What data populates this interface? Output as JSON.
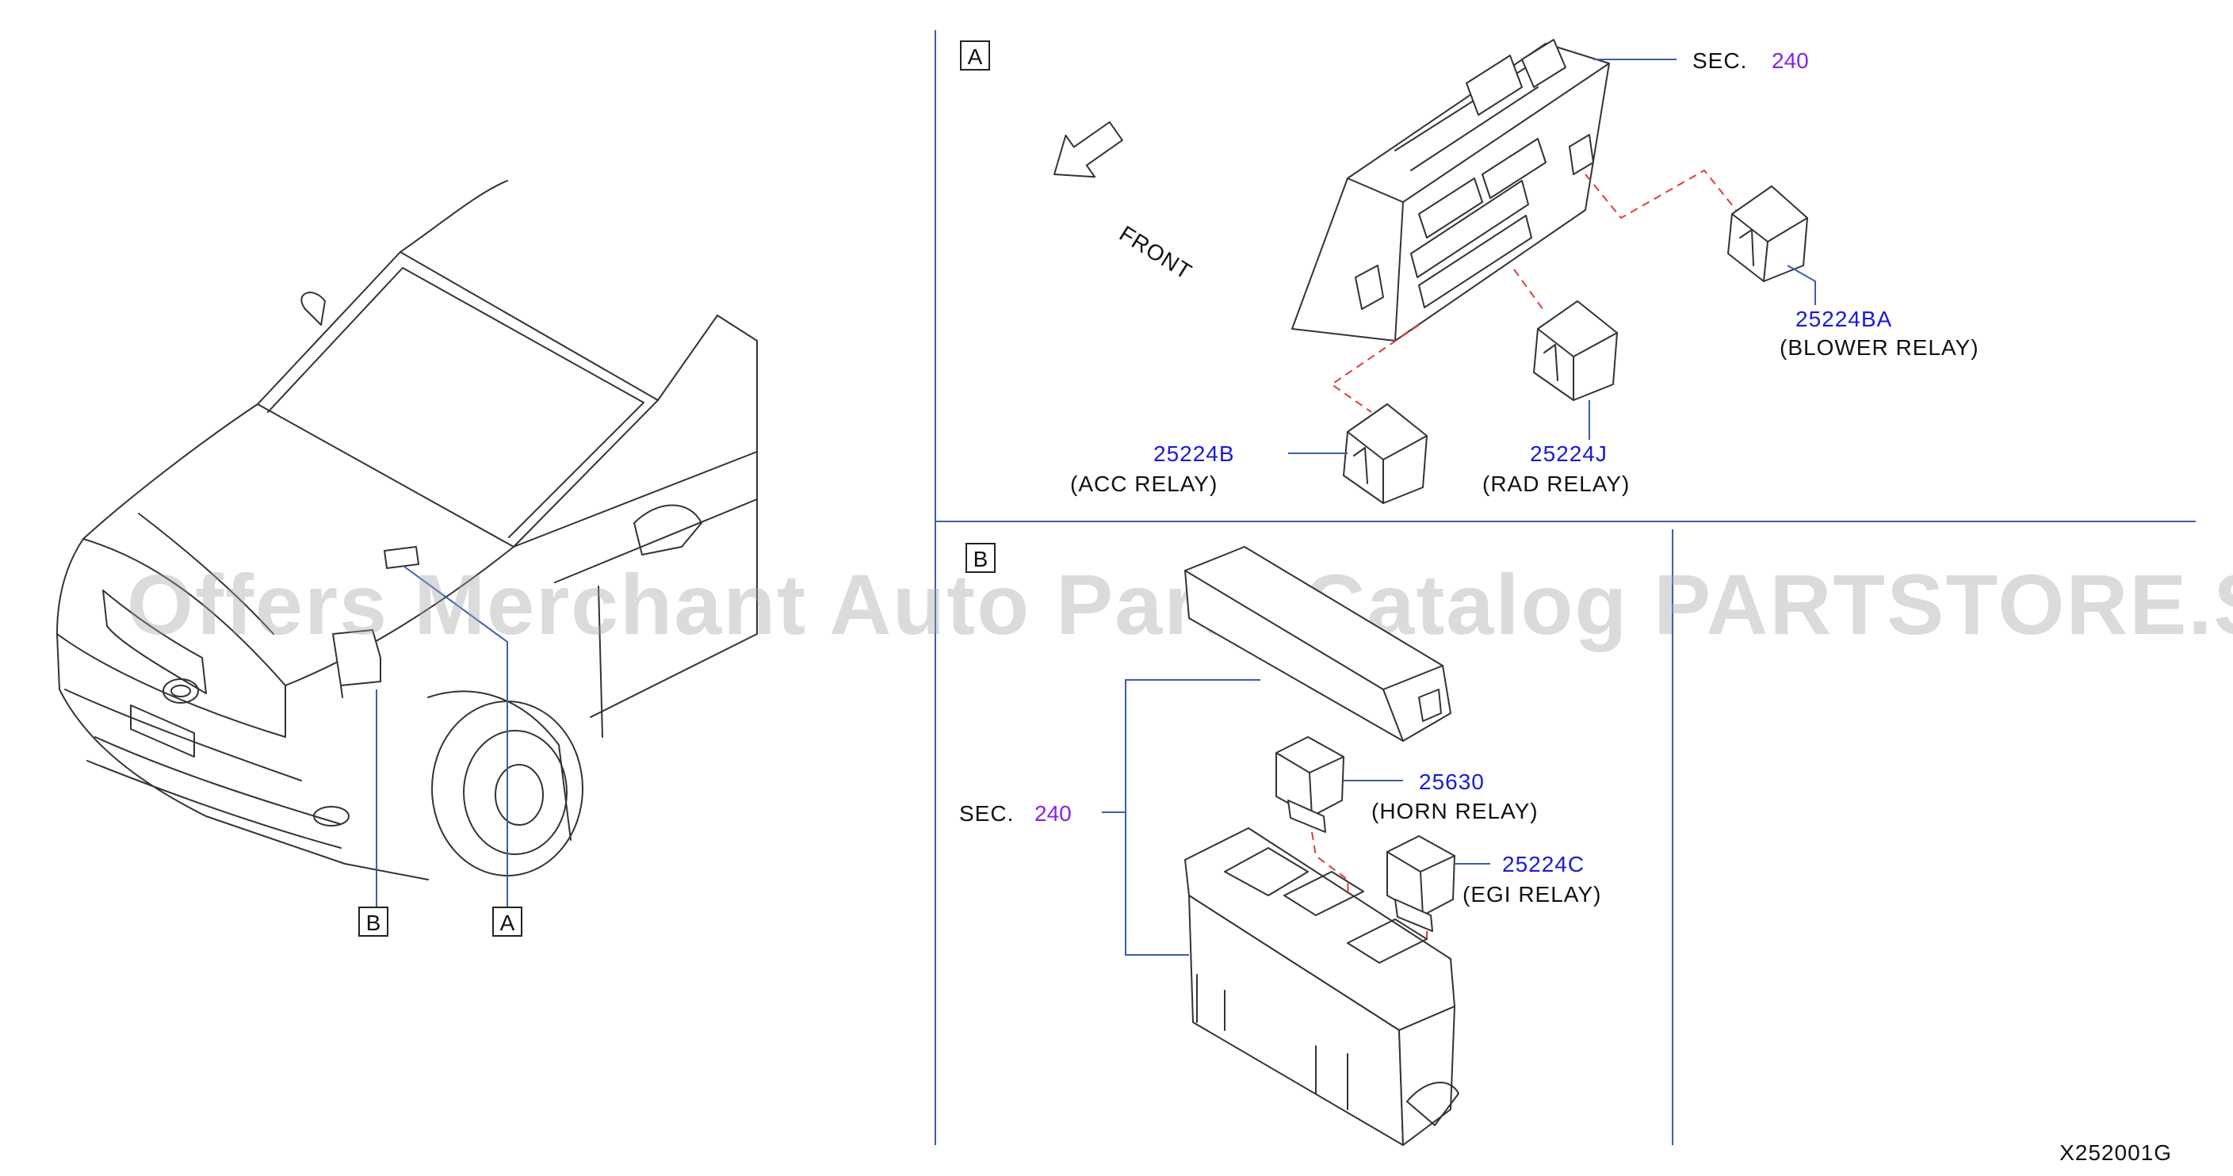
{
  "watermark": "Offers Merchant Auto Parts Catalog PARTSTORE.SA",
  "diagram_code": "X252001G",
  "overview": {
    "callout_b": "B",
    "callout_a": "A"
  },
  "section_a": {
    "box_label": "A",
    "sec_prefix": "SEC.",
    "sec_number": "240",
    "front_label": "FRONT",
    "parts": [
      {
        "number": "25224BA",
        "name": "(BLOWER   RELAY)"
      },
      {
        "number": "25224B",
        "name": "(ACC   RELAY)"
      },
      {
        "number": "25224J",
        "name": "(RAD   RELAY)"
      }
    ]
  },
  "section_b": {
    "box_label": "B",
    "sec_prefix": "SEC.",
    "sec_number": "240",
    "parts": [
      {
        "number": "25630",
        "name": "(HORN   RELAY)"
      },
      {
        "number": "25224C",
        "name": "(EGI   RELAY)"
      }
    ]
  },
  "colors": {
    "part_number": "#1a1ad6",
    "section_ref": "#8a22e6",
    "leader": "#3a5fb0",
    "dashed": "#e23b3b"
  }
}
